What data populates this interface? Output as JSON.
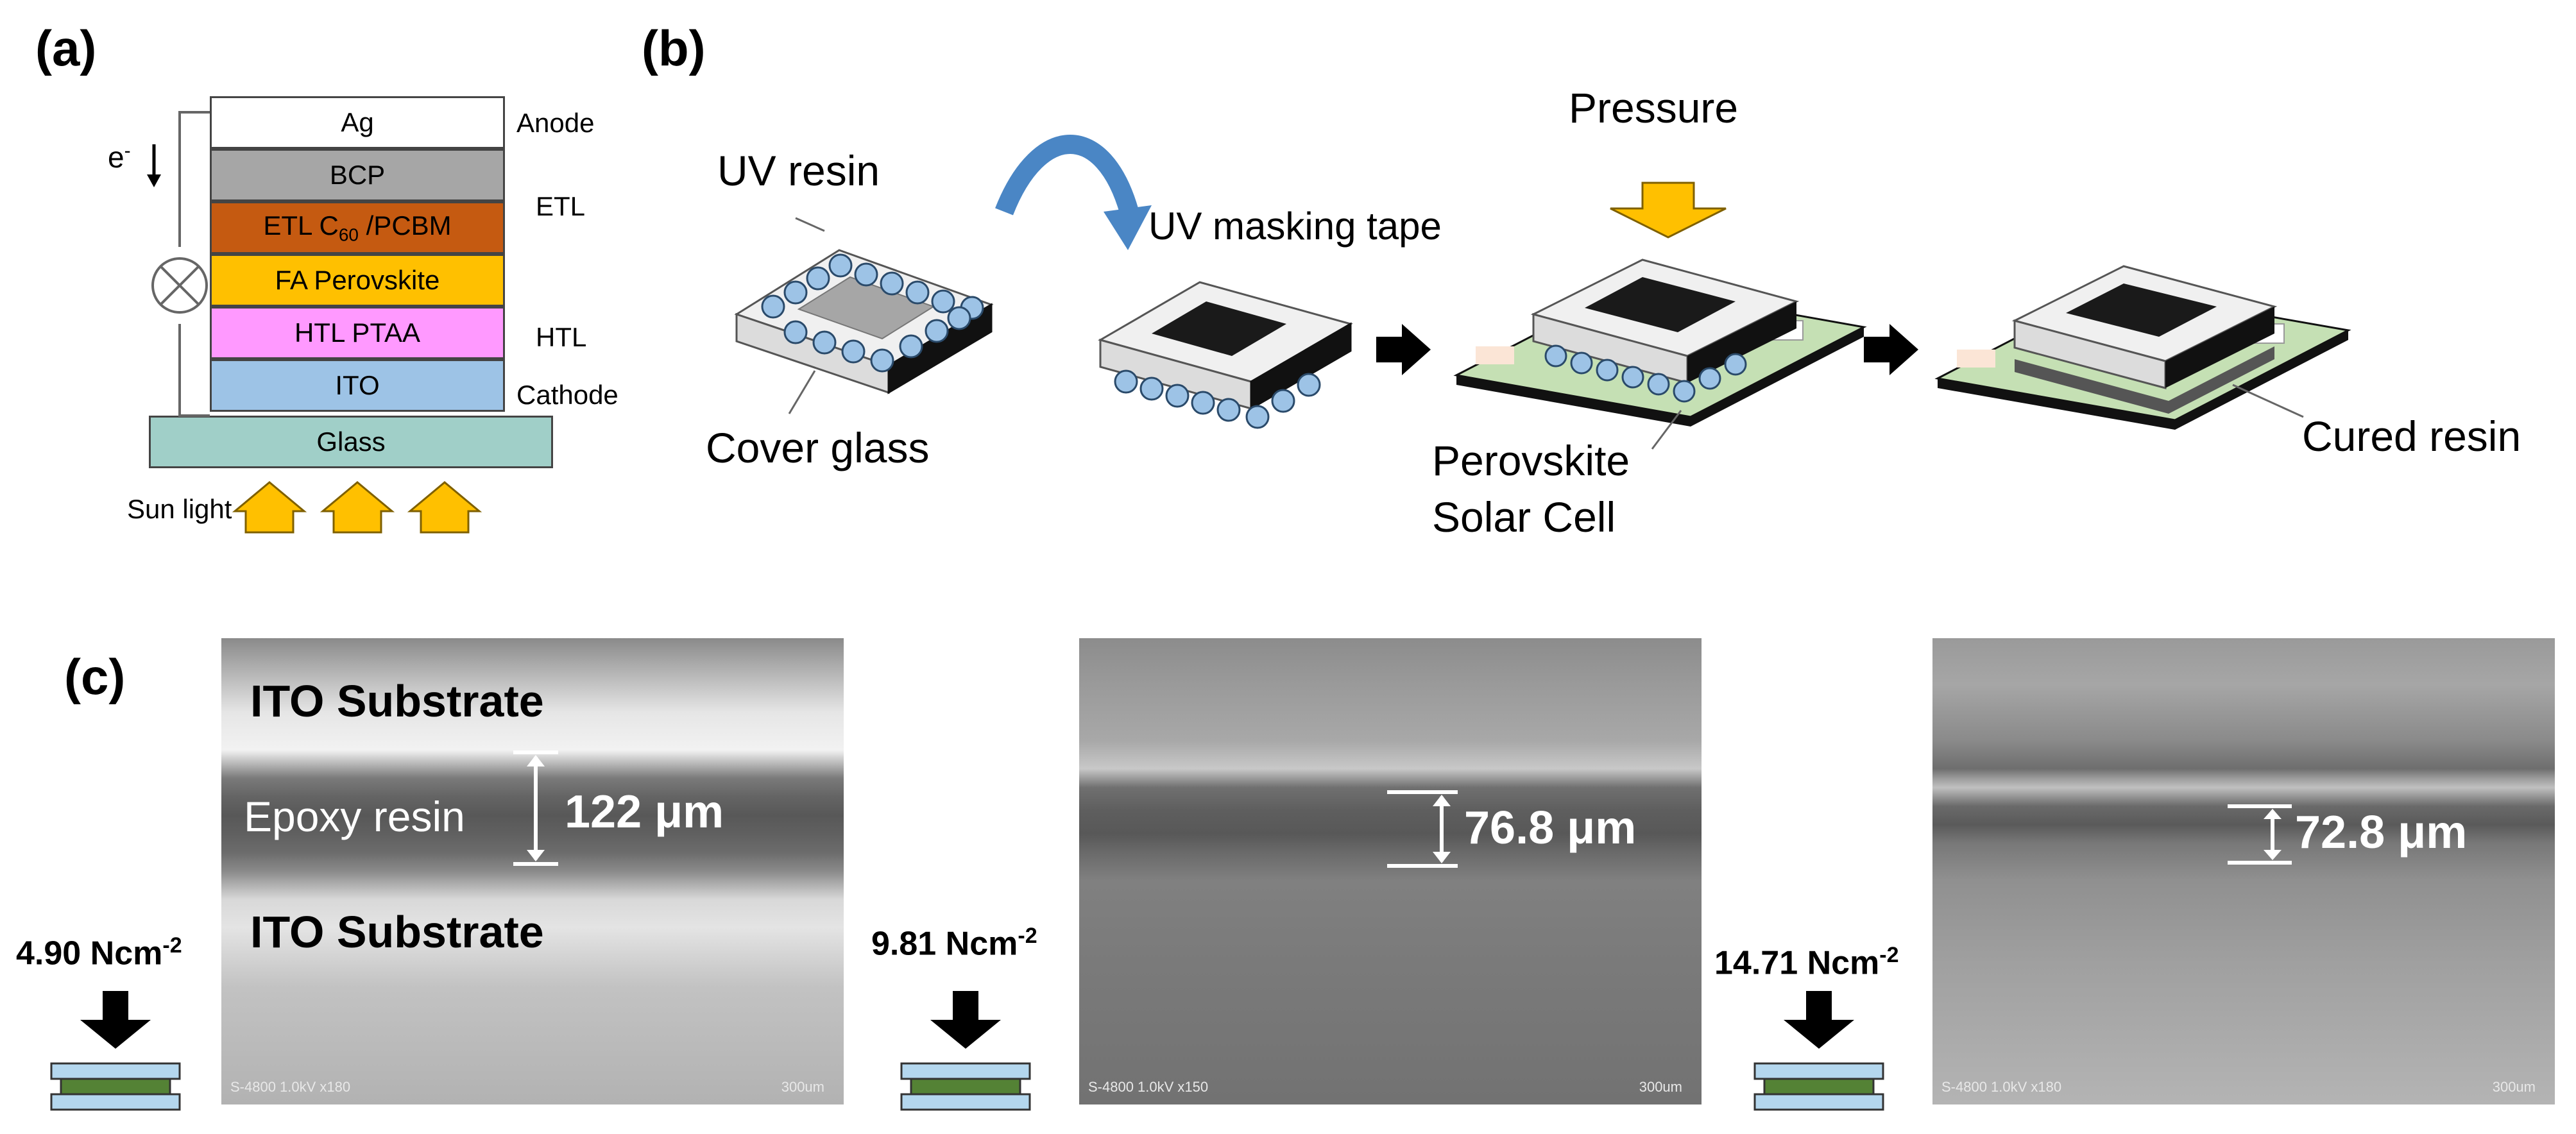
{
  "panel_a": {
    "label": "(a)",
    "layers": [
      {
        "name": "Ag",
        "color": "#ffffff"
      },
      {
        "name": "BCP",
        "color": "#a6a6a6"
      },
      {
        "name": "ETL C",
        "sub": "60",
        "suffix": " /PCBM",
        "color": "#c55a11"
      },
      {
        "name": "FA Perovskite",
        "color": "#ffc000"
      },
      {
        "name": "HTL PTAA",
        "color": "#ff99ff"
      },
      {
        "name": "ITO",
        "color": "#9dc3e6"
      }
    ],
    "glass": {
      "name": "Glass",
      "color": "#a0cfc8"
    },
    "side_labels": {
      "anode": "Anode",
      "etl": "ETL",
      "htl": "HTL",
      "cathode": "Cathode"
    },
    "electron": "e",
    "electron_sup": "-",
    "sun_light": "Sun light"
  },
  "panel_b": {
    "label": "(b)",
    "uv_resin": "UV resin",
    "uv_masking_tape": "UV masking tape",
    "pressure": "Pressure",
    "cover_glass": "Cover glass",
    "perovskite_line1": "Perovskite",
    "perovskite_line2": "Solar Cell",
    "cured_resin": "Cured resin"
  },
  "panel_c": {
    "label": "(c)",
    "images": [
      {
        "force": "4.90 Ncm",
        "force_sup": "-2",
        "thickness": "122 μm",
        "top_label": "ITO Substrate",
        "middle_label": "Epoxy resin",
        "bottom_label": "ITO Substrate",
        "footer_left": "S-4800 1.0kV x180",
        "footer_right": "300um"
      },
      {
        "force": "9.81 Ncm",
        "force_sup": "-2",
        "thickness": "76.8 μm",
        "footer_left": "S-4800 1.0kV x150",
        "footer_right": "300um"
      },
      {
        "force": "14.71 Ncm",
        "force_sup": "-2",
        "thickness": "72.8 μm",
        "footer_left": "S-4800 1.0kV x180",
        "footer_right": "300um"
      }
    ]
  },
  "colors": {
    "arrow_yellow": "#ffc000",
    "curve_arrow_blue": "#4a86c5",
    "bead_blue": "#9dc3e6",
    "stack_blue": "#b4d7ee",
    "stack_green": "#548235"
  }
}
